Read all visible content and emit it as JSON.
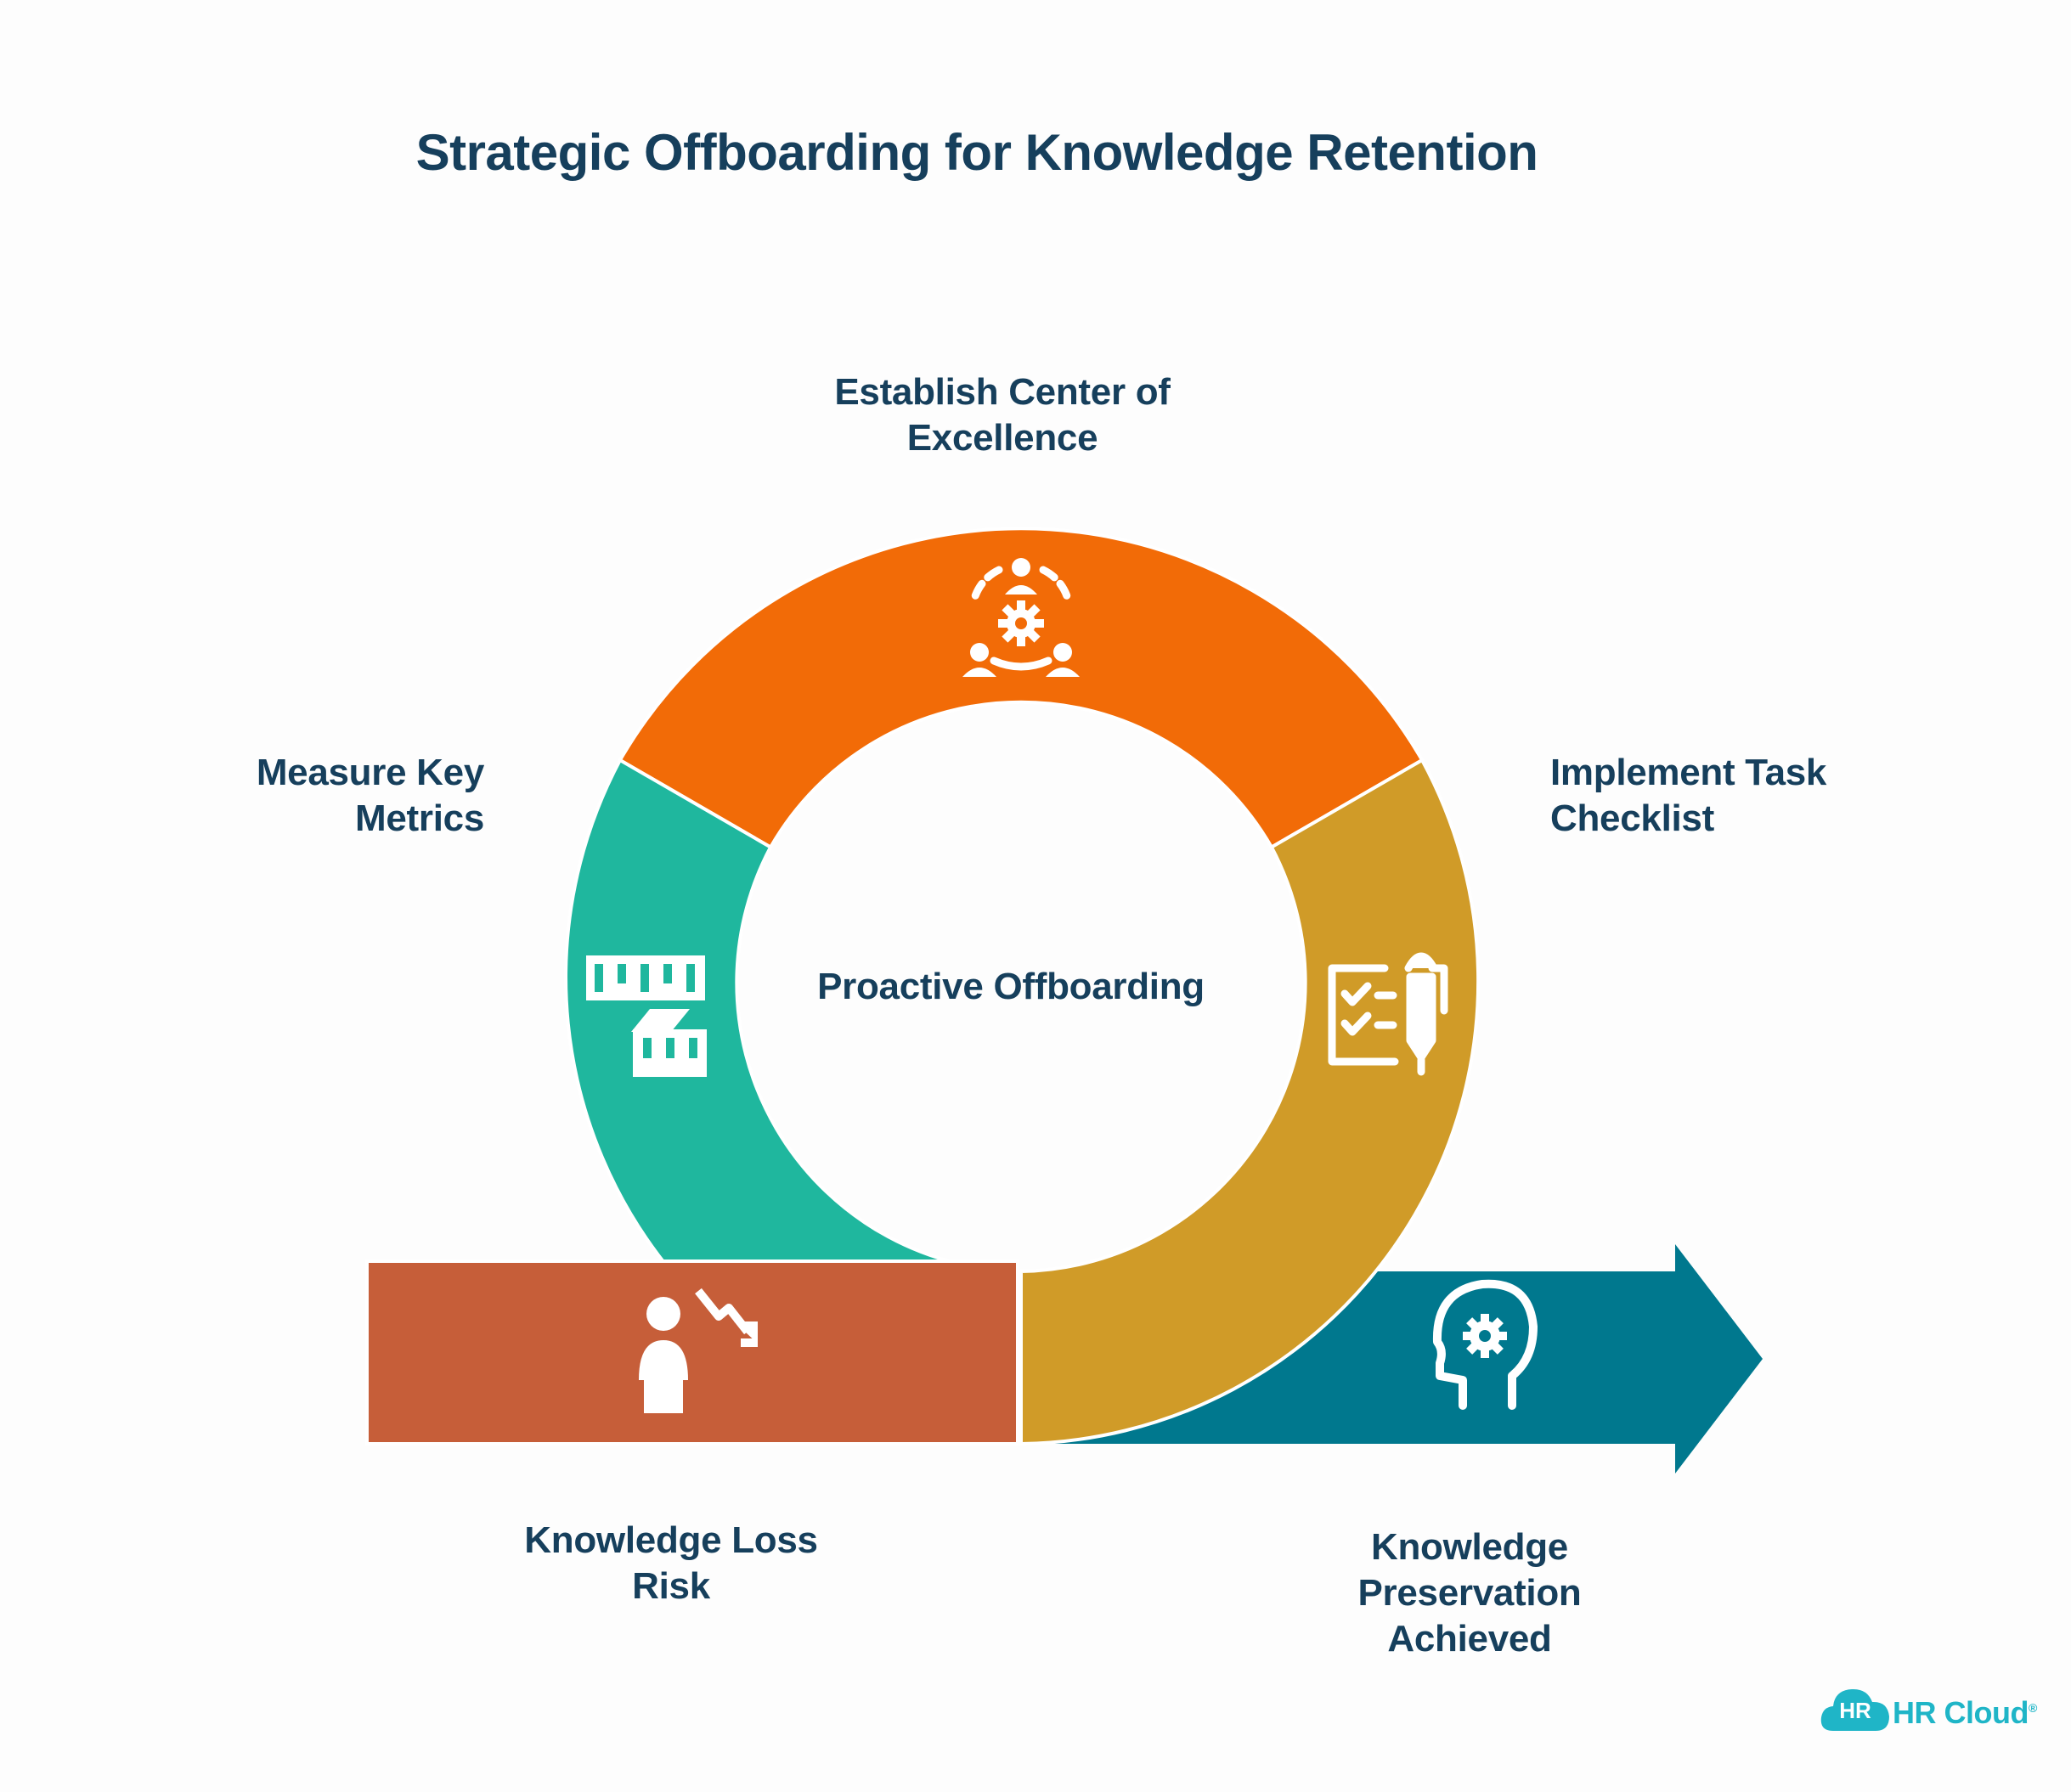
{
  "title": "Strategic Offboarding for Knowledge Retention",
  "center_label": "Proactive Offboarding",
  "segments": [
    {
      "id": "center-of-excellence",
      "label_lines": [
        "Establish Center of",
        "Excellence"
      ],
      "color": "#f26b07",
      "icon": "team-gear-icon"
    },
    {
      "id": "task-checklist",
      "label_lines": [
        "Implement Task",
        "Checklist"
      ],
      "color": "#d09b28",
      "icon": "checklist-pen-icon"
    },
    {
      "id": "key-metrics",
      "label_lines": [
        "Measure Key",
        "Metrics"
      ],
      "color": "#1fb79e",
      "icon": "measuring-ruler-icon"
    }
  ],
  "start_bar": {
    "label_lines": [
      "Knowledge Loss",
      "Risk"
    ],
    "color": "#c65e39",
    "icon": "person-decline-icon"
  },
  "end_arrow": {
    "label_lines": [
      "Knowledge",
      "Preservation",
      "Achieved"
    ],
    "color": "#00788e",
    "icon": "head-gear-icon"
  },
  "logo": {
    "badge": "HR",
    "text": "HR Cloud",
    "mark": "®",
    "color": "#1fb5c7"
  }
}
